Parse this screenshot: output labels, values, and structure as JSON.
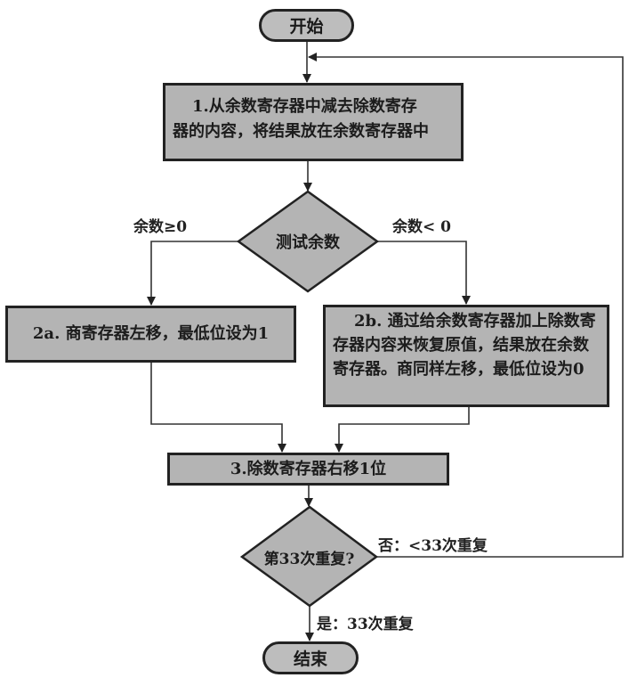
{
  "diagram": {
    "type": "flowchart",
    "start": {
      "label": "开始"
    },
    "end": {
      "label": "结束"
    },
    "step1": {
      "label_line1": "1.从余数寄存器中减去除数寄存",
      "label_line2": "器的内容，将结果放在余数寄存器中"
    },
    "decision1": {
      "label": "测试余数"
    },
    "branch_ge0": {
      "label": "余数≥0"
    },
    "branch_lt0": {
      "label": "余数< 0"
    },
    "step2a": {
      "label": "2a. 商寄存器左移，最低位设为1"
    },
    "step2b": {
      "label": "2b. 通过给余数寄存器加上除数寄存器内容来恢复原值，结果放在余数寄存器。商同样左移，最低位设为0"
    },
    "step3": {
      "label": "3.除数寄存器右移1位"
    },
    "decision2": {
      "label": "第33次重复?"
    },
    "loop_no": {
      "label": "否：<33次重复"
    },
    "loop_yes": {
      "label": "是：33次重复"
    },
    "colors": {
      "fill": "#b4b4b4",
      "stroke": "#222222",
      "background": "#ffffff"
    }
  }
}
